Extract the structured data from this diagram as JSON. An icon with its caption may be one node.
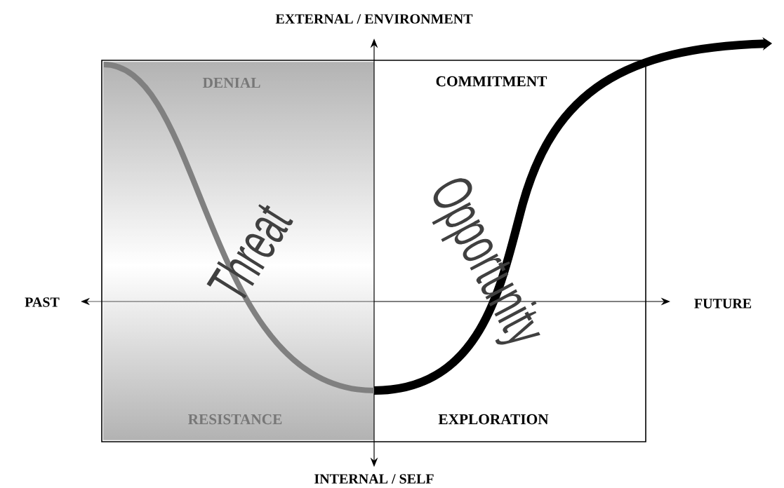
{
  "diagram": {
    "labels": [
      "EXTERNAL / ENVIRONMENT",
      "DENIAL",
      "COMMITMENT",
      "Opportunity",
      "Threat",
      "PAST",
      "FUTURE",
      "RESISTANCE",
      "EXPLORATION",
      "INTERNAL / SELF"
    ]
  }
}
